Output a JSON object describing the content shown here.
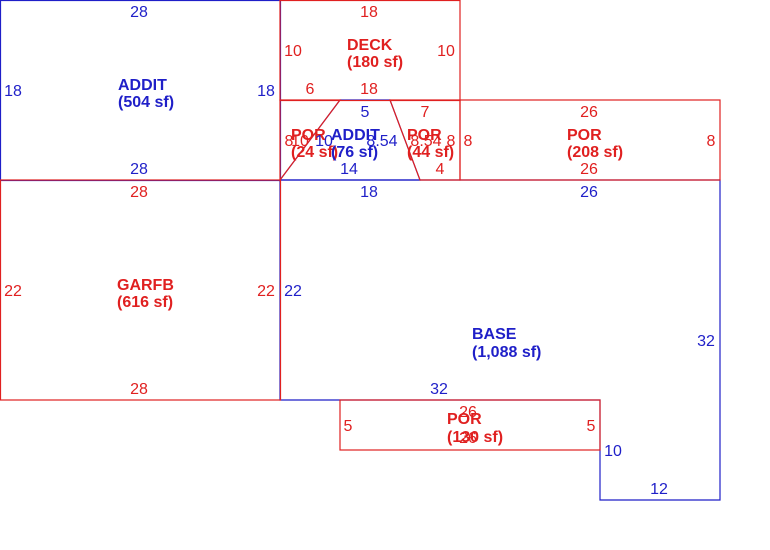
{
  "colors": {
    "red": "#e02020",
    "blue": "#1f1fc8"
  },
  "areas": [
    {
      "id": "addit-top",
      "name": "ADDIT",
      "area": "(504 sf)",
      "color": "blue"
    },
    {
      "id": "deck",
      "name": "DECK",
      "area": "(180 sf)",
      "color": "red"
    },
    {
      "id": "por-left",
      "name": "POR",
      "area": "(24 sf)",
      "color": "red"
    },
    {
      "id": "addit-mid",
      "name": "ADDIT",
      "area": "(76 sf)",
      "color": "blue"
    },
    {
      "id": "por-mid",
      "name": "POR",
      "area": "(44 sf)",
      "color": "red"
    },
    {
      "id": "por-right",
      "name": "POR",
      "area": "(208 sf)",
      "color": "red"
    },
    {
      "id": "garfb",
      "name": "GARFB",
      "area": "(616 sf)",
      "color": "red"
    },
    {
      "id": "base",
      "name": "BASE",
      "area": "(1,088 sf)",
      "color": "blue"
    },
    {
      "id": "por-bottom",
      "name": "POR",
      "area": "(130 sf)",
      "color": "red"
    }
  ],
  "dimensions": [
    {
      "id": "addit-top-n",
      "text": "28",
      "color": "blue"
    },
    {
      "id": "addit-top-w",
      "text": "18",
      "color": "blue"
    },
    {
      "id": "addit-top-e",
      "text": "18",
      "color": "blue"
    },
    {
      "id": "addit-top-s",
      "text": "28",
      "color": "blue"
    },
    {
      "id": "deck-n",
      "text": "18",
      "color": "red"
    },
    {
      "id": "deck-w",
      "text": "10",
      "color": "red"
    },
    {
      "id": "deck-e",
      "text": "10",
      "color": "red"
    },
    {
      "id": "deck-s",
      "text": "18",
      "color": "red"
    },
    {
      "id": "por-left-n",
      "text": "6",
      "color": "red"
    },
    {
      "id": "por-left-w",
      "text": "8",
      "color": "red"
    },
    {
      "id": "por-left-e",
      "text": "10",
      "color": "red"
    },
    {
      "id": "addit-mid-n",
      "text": "5",
      "color": "blue"
    },
    {
      "id": "addit-mid-w",
      "text": "10",
      "color": "blue"
    },
    {
      "id": "addit-mid-e",
      "text": "8.54",
      "color": "blue"
    },
    {
      "id": "addit-mid-s",
      "text": "14",
      "color": "blue"
    },
    {
      "id": "por-mid-n",
      "text": "7",
      "color": "red"
    },
    {
      "id": "por-mid-w",
      "text": "8.54",
      "color": "red"
    },
    {
      "id": "por-mid-e",
      "text": "8",
      "color": "red"
    },
    {
      "id": "por-mid-s",
      "text": "4",
      "color": "red"
    },
    {
      "id": "por-right-n",
      "text": "26",
      "color": "red"
    },
    {
      "id": "por-right-w",
      "text": "8",
      "color": "red"
    },
    {
      "id": "por-right-e",
      "text": "8",
      "color": "red"
    },
    {
      "id": "por-right-s",
      "text": "26",
      "color": "red"
    },
    {
      "id": "garfb-n",
      "text": "28",
      "color": "red"
    },
    {
      "id": "garfb-w",
      "text": "22",
      "color": "red"
    },
    {
      "id": "garfb-e",
      "text": "22",
      "color": "red"
    },
    {
      "id": "garfb-s",
      "text": "28",
      "color": "red"
    },
    {
      "id": "base-n1",
      "text": "18",
      "color": "blue"
    },
    {
      "id": "base-n2",
      "text": "26",
      "color": "blue"
    },
    {
      "id": "base-w",
      "text": "22",
      "color": "blue"
    },
    {
      "id": "base-e",
      "text": "32",
      "color": "blue"
    },
    {
      "id": "base-s1",
      "text": "32",
      "color": "blue"
    },
    {
      "id": "base-s2",
      "text": "10",
      "color": "blue"
    },
    {
      "id": "base-s3",
      "text": "12",
      "color": "blue"
    },
    {
      "id": "por-bottom-n",
      "text": "26",
      "color": "red"
    },
    {
      "id": "por-bottom-w",
      "text": "5",
      "color": "red"
    },
    {
      "id": "por-bottom-e",
      "text": "5",
      "color": "red"
    },
    {
      "id": "por-bottom-s",
      "text": "26",
      "color": "red"
    }
  ]
}
